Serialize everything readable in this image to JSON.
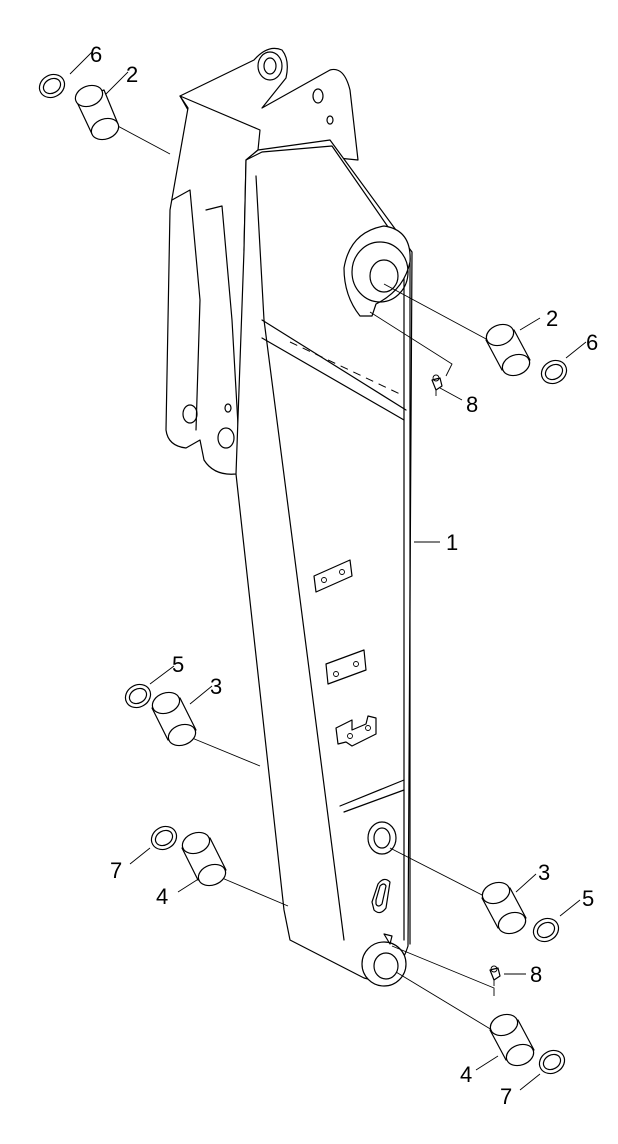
{
  "parts": [
    {
      "callout": "1",
      "name": "arm"
    },
    {
      "callout": "2",
      "name": "bushing"
    },
    {
      "callout": "3",
      "name": "bushing"
    },
    {
      "callout": "4",
      "name": "bushing"
    },
    {
      "callout": "5",
      "name": "shim"
    },
    {
      "callout": "6",
      "name": "shim"
    },
    {
      "callout": "7",
      "name": "shim"
    },
    {
      "callout": "8",
      "name": "grease-fitting"
    }
  ],
  "callouts": {
    "arm": "1",
    "bushing_top_left": "2",
    "bushing_top_right": "2",
    "shim_top_left": "6",
    "shim_top_right": "6",
    "grease_top": "8",
    "shim_mid_left": "5",
    "bushing_mid_left": "3",
    "shim_low_left": "7",
    "bushing_low_left": "4",
    "bushing_mid_right": "3",
    "shim_mid_right": "5",
    "grease_bottom": "8",
    "bushing_low_right": "4",
    "shim_low_right": "7"
  }
}
